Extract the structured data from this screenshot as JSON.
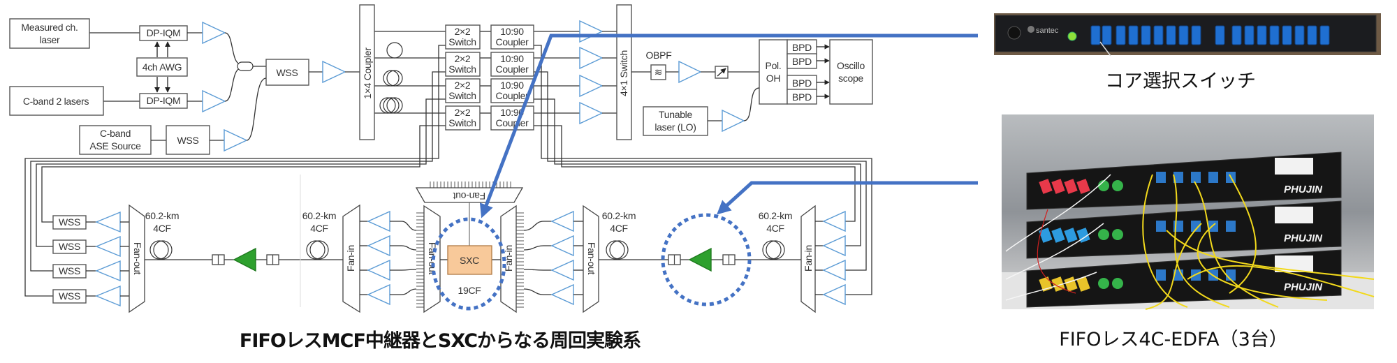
{
  "diagram": {
    "measured_laser": [
      "Measured ch.",
      "laser"
    ],
    "cband_lasers": "C-band 2 lasers",
    "ase_source": [
      "C-band",
      "ASE Source"
    ],
    "dp_iqm": "DP-IQM",
    "awg": "4ch AWG",
    "wss": "WSS",
    "coupler_1x4": "1×4 Coupler",
    "switch_4x1": "4×1 Switch",
    "switch_2x2": [
      "2×2",
      "Switch"
    ],
    "coupler_1090": [
      "10:90",
      "Coupler"
    ],
    "obpf": "OBPF",
    "pol_oh": [
      "Pol.",
      "OH"
    ],
    "bpd": "BPD",
    "oscilloscope": [
      "Oscillo",
      "scope"
    ],
    "tunable_laser": [
      "Tunable",
      "laser (LO)"
    ],
    "span": [
      "60.2-km",
      "4CF"
    ],
    "fan_out": "Fan-out",
    "fan_in": "Fan-in",
    "sxc": "SXC",
    "sxc_fiber": "19CF",
    "caption": "FIFOレスMCF中継器とSXCからなる周回実験系"
  },
  "photos": {
    "core_switch": {
      "caption": "コア選択スイッチ",
      "logo": "santec"
    },
    "edfa": {
      "caption": "FIFOレス4C-EDFA（3台）",
      "logo": "PHUJIN"
    }
  },
  "colors": {
    "callout_blue": "#4472c4",
    "amplifier_outline": "#5b9bd5",
    "inline_amplifier": "#2ea02e",
    "sxc_fill": "#f8c99a",
    "line": "#333333"
  }
}
